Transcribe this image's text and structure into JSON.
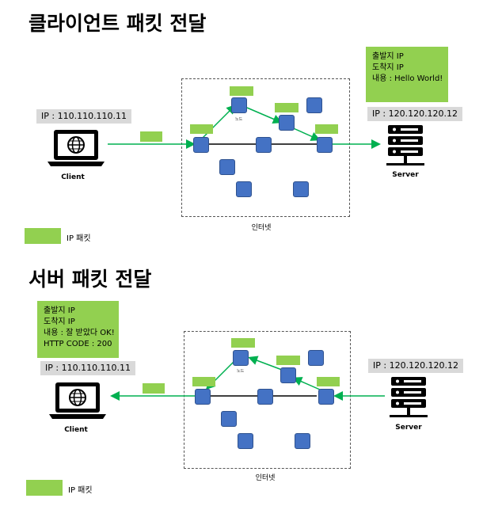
{
  "top": {
    "title": "클라이언트 패킷 전달",
    "client_ip": "IP : 110.110.110.11",
    "server_ip": "IP : 120.120.120.12",
    "packet_info": [
      "출발지 IP",
      "도착지 IP",
      "내용 : Hello World!"
    ],
    "client_label": "Client",
    "server_label": "Server",
    "internet_label": "인터넷",
    "node_text": "노드",
    "legend_label": "IP 패킷"
  },
  "bottom": {
    "title": "서버 패킷 전달",
    "client_ip": "IP : 110.110.110.11",
    "server_ip": "IP : 120.120.120.12",
    "packet_info": [
      "출발지 IP",
      "도착지 IP",
      "내용 : 잘 받았다 OK!",
      "HTTP CODE : 200"
    ],
    "client_label": "Client",
    "server_label": "Server",
    "internet_label": "인터넷",
    "node_text": "노드",
    "legend_label": "IP 패킷"
  },
  "colors": {
    "packet": "#92d050",
    "node": "#4472c4",
    "arrow": "#00b050",
    "ip_label_bg": "#d9d9d9"
  },
  "icons": [
    "laptop-globe-icon",
    "server-rack-icon"
  ]
}
